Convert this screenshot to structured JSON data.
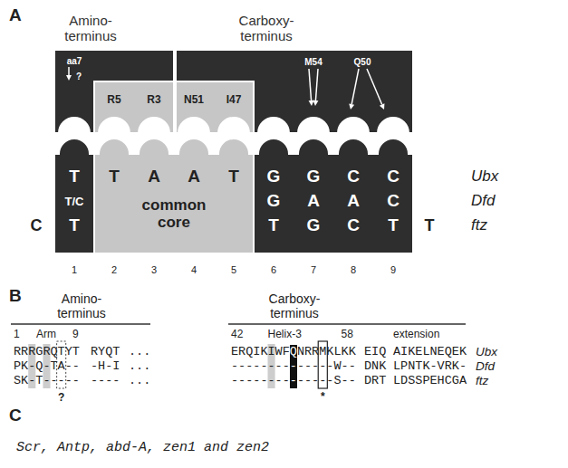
{
  "diagram": {
    "nodes": [
      {
        "text": [
          "Amino- terminus",
          "aa7",
          "?"
        ]
      },
      {
        "text": [
          "R5",
          "R3"
        ],
        "in": 0
      },
      {
        "text": [
          "Carboxy- terminus",
          "M54",
          "Q50"
        ]
      },
      {
        "text": [
          "N51",
          "I47"
        ],
        "in": 2
      },
      {
        "text": [
          "T",
          "T/C",
          "T"
        ]
      },
      {
        "text": [
          "T",
          "A",
          "A",
          "T",
          "common core"
        ]
      },
      {
        "text": [
          "G",
          "G",
          "C",
          "C",
          "G",
          "A",
          "A",
          "C",
          "T",
          "G",
          "C",
          "T"
        ]
      }
    ],
    "labels": [
      "A",
      "1",
      "2",
      "3",
      "4",
      "5",
      "6",
      "7",
      "8",
      "9",
      "C",
      "T",
      "Ubx",
      "Dfd",
      "ftz",
      "B",
      "Amino- terminus",
      "Carboxy- terminus",
      "1",
      "Arm",
      "9",
      "42",
      "Helix-3",
      "58",
      "extension",
      "RRRGRQTYT",
      "RYQT",
      "...",
      "ERQIKIWF",
      "Q",
      "NRRMKLKK",
      "EIQ",
      "AIKELNEQEK",
      "Ubx",
      "PK-Q-TA--",
      "-H-I",
      "...",
      "--------",
      "-",
      "-----W--",
      "DNK",
      "LPNTK-VRK-",
      "Dfd",
      "SK-T-----",
      "----",
      "...",
      "--------",
      "-",
      "-----S--",
      "DRT",
      "LDSSPEHCGA",
      "ftz",
      "?",
      "*",
      "C",
      "Scr, Antp, abd-A, zen1 and zen2"
    ]
  }
}
